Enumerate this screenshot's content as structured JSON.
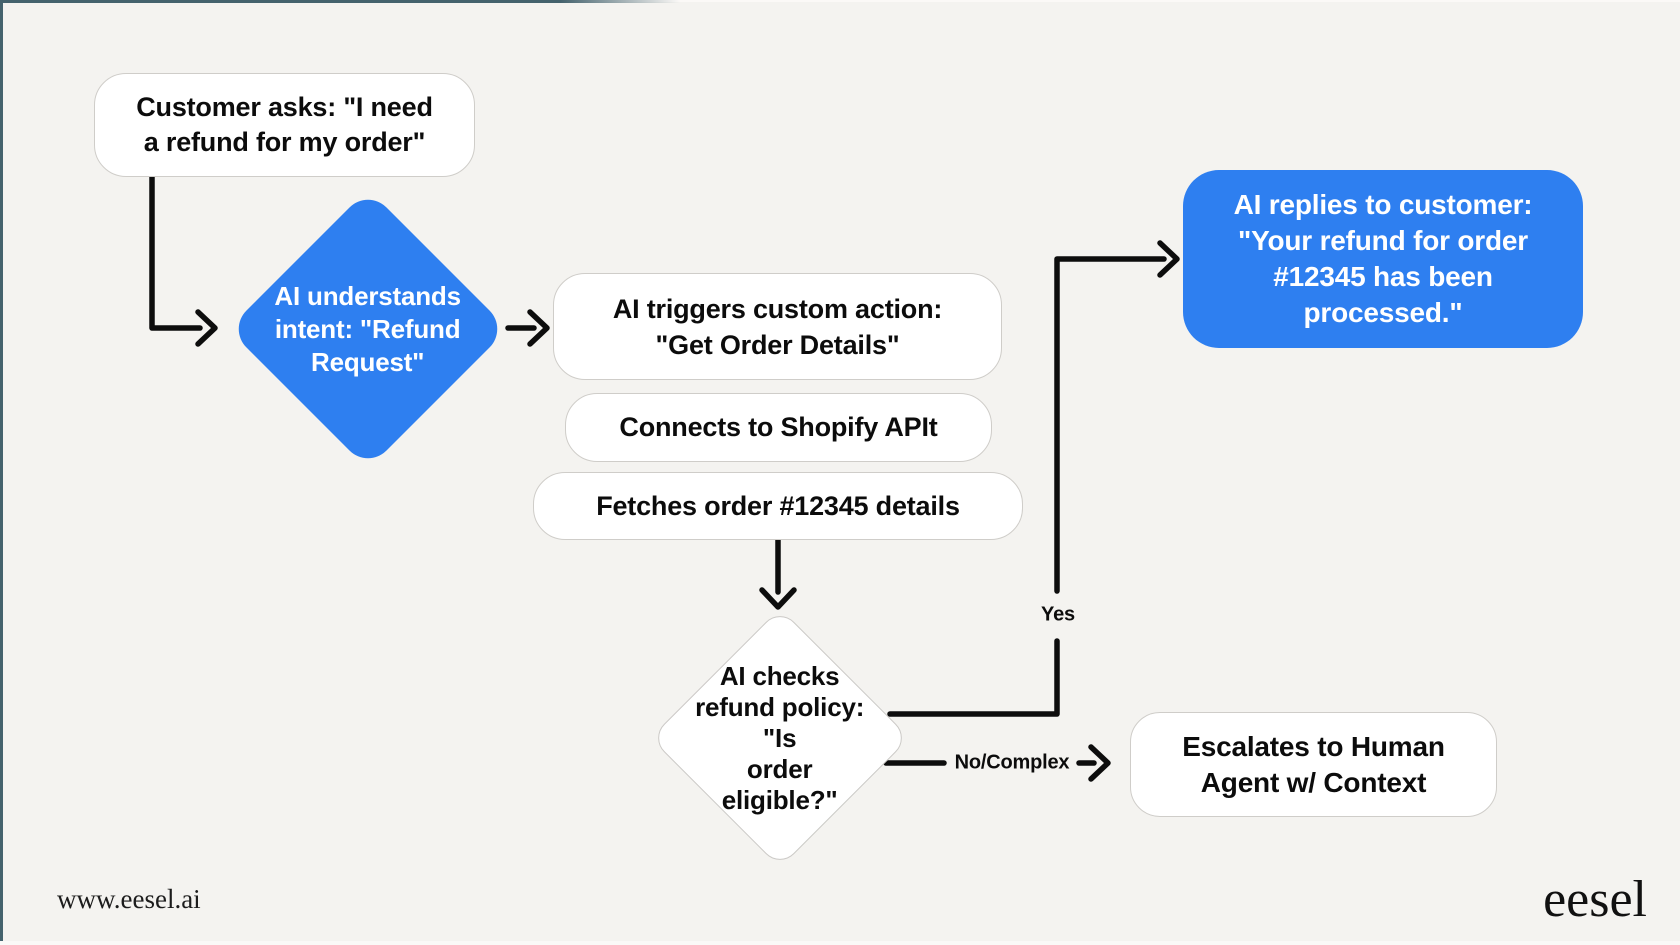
{
  "colors": {
    "background": "#f4f3f0",
    "accent_blue": "#2E7FF0",
    "node_fill": "#ffffff",
    "node_border": "#cfcdc9",
    "connector_line": "#0d0d0d",
    "text": "#0c0c0c",
    "text_on_blue": "#ffffff"
  },
  "nodes": {
    "customer_ask": {
      "text": "Customer asks: \"I need\na refund for my order\""
    },
    "intent_diamond": {
      "text": "AI understands\nintent: \"Refund\nRequest\""
    },
    "trigger_action": {
      "text": "AI triggers custom action:\n\"Get Order Details\""
    },
    "connect_api": {
      "text": "Connects to Shopify APIt"
    },
    "fetch_order": {
      "text": "Fetches order #12345 details"
    },
    "policy_diamond": {
      "text": "AI checks\nrefund policy: \"Is\norder eligible?\""
    },
    "ai_reply": {
      "text": "AI replies to customer:\n\"Your refund for order\n#12345 has been\nprocessed.\""
    },
    "escalate": {
      "text": "Escalates to Human\nAgent w/ Context"
    }
  },
  "edge_labels": {
    "yes": "Yes",
    "no_complex": "No/Complex"
  },
  "footer": {
    "website": "www.eesel.ai",
    "brand": "eesel"
  }
}
